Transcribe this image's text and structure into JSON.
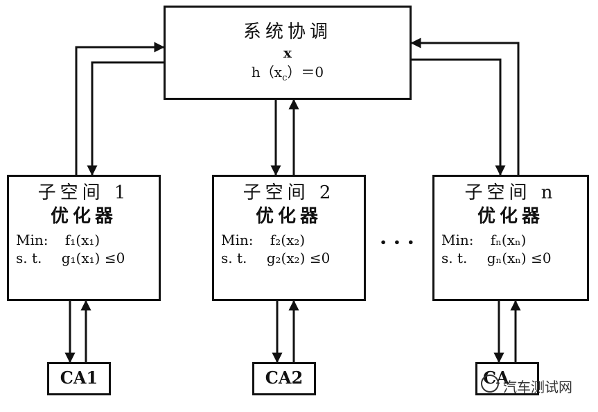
{
  "system": {
    "title": "系统协调",
    "var": "x",
    "constraint": "h（x",
    "constraint_sub": "c",
    "constraint_tail": "）＝0"
  },
  "subspaces": [
    {
      "title": "子空间 1",
      "subtitle": "优化器",
      "min_label": "Min:",
      "min_expr": "f₁(x₁)",
      "st_label": "s. t.",
      "st_expr": "g₁(x₁) ≤0",
      "ca": "CA1"
    },
    {
      "title": "子空间 2",
      "subtitle": "优化器",
      "min_label": "Min:",
      "min_expr": "f₂(x₂)",
      "st_label": "s. t.",
      "st_expr": "g₂(x₂) ≤0",
      "ca": "CA2"
    },
    {
      "title": "子空间 n",
      "subtitle": "优化器",
      "min_label": "Min:",
      "min_expr": "fₙ(xₙ)",
      "st_label": "s. t.",
      "st_expr": "gₙ(xₙ) ≤0",
      "ca": "CA"
    }
  ],
  "ellipsis": "• • •",
  "watermark": "汽车测试网"
}
